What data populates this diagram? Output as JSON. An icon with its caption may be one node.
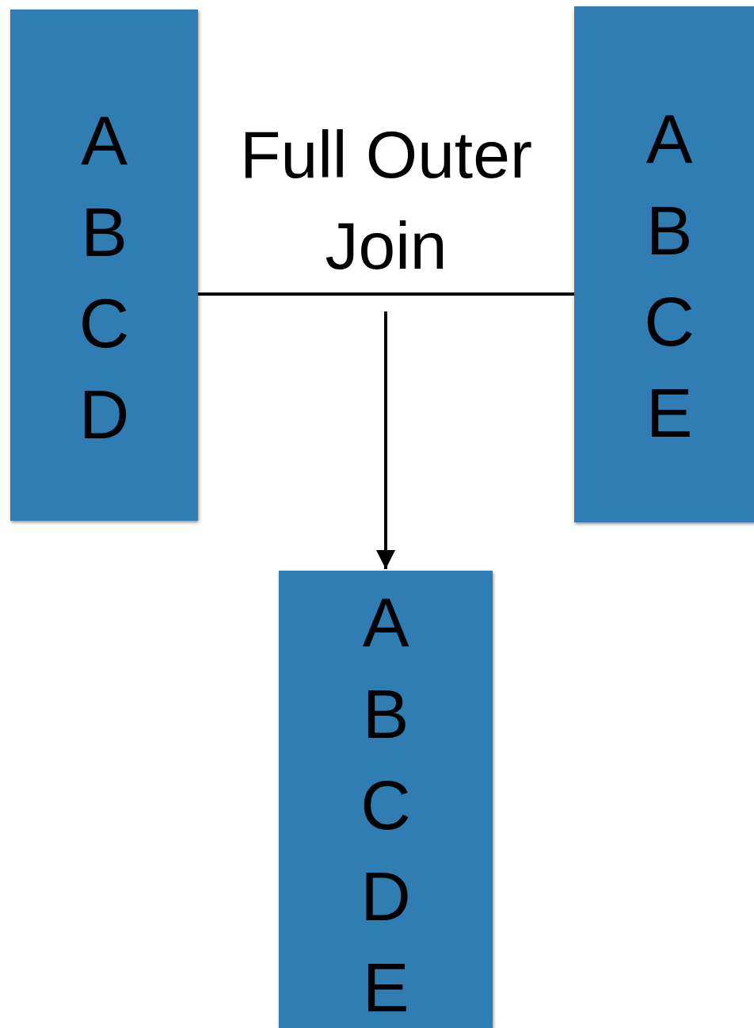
{
  "diagram": {
    "nodes": [
      {
        "text": [
          "A",
          "B",
          "C",
          "D"
        ]
      },
      {
        "text": [
          "A",
          "B",
          "C",
          "E"
        ]
      },
      {
        "text": [
          "A",
          "B",
          "C",
          "D",
          "E"
        ]
      }
    ],
    "edges": [
      {
        "from": 0,
        "to": 1,
        "arrow": "none",
        "label": "Full Outer Join"
      },
      {
        "from": null,
        "to": 2,
        "arrow": "to"
      }
    ]
  }
}
